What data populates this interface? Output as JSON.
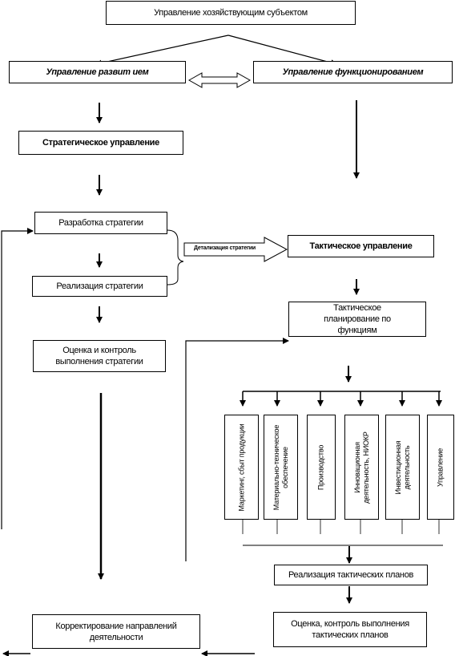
{
  "nodes": {
    "top": "Управление хозяйствующим субъектом",
    "development": "Управление развит ием",
    "functioning": "Управление функционированием",
    "strategic": "Стратегическое управление",
    "strategy_dev": "Разработка стратегии",
    "strategy_impl": "Реализация стратегии",
    "strategy_eval": "Оценка и контроль выполнения стратегии",
    "tactical": "Тактическое управление",
    "tactical_planning": "Тактическое планирование по функциям",
    "tactical_impl": "Реализация тактических планов",
    "tactical_eval": "Оценка, контроль выполнения тактических планов",
    "correction": "Корректирование направлений деятельности"
  },
  "detail_label": "Детализация стратегии",
  "functions": [
    "Маркетинг, сбыт продукции",
    "Материально-техническое обеспечение",
    "Производство",
    "Инновационная деятельность, НИОКР",
    "Инвестиционная деятельность",
    "Управление"
  ]
}
